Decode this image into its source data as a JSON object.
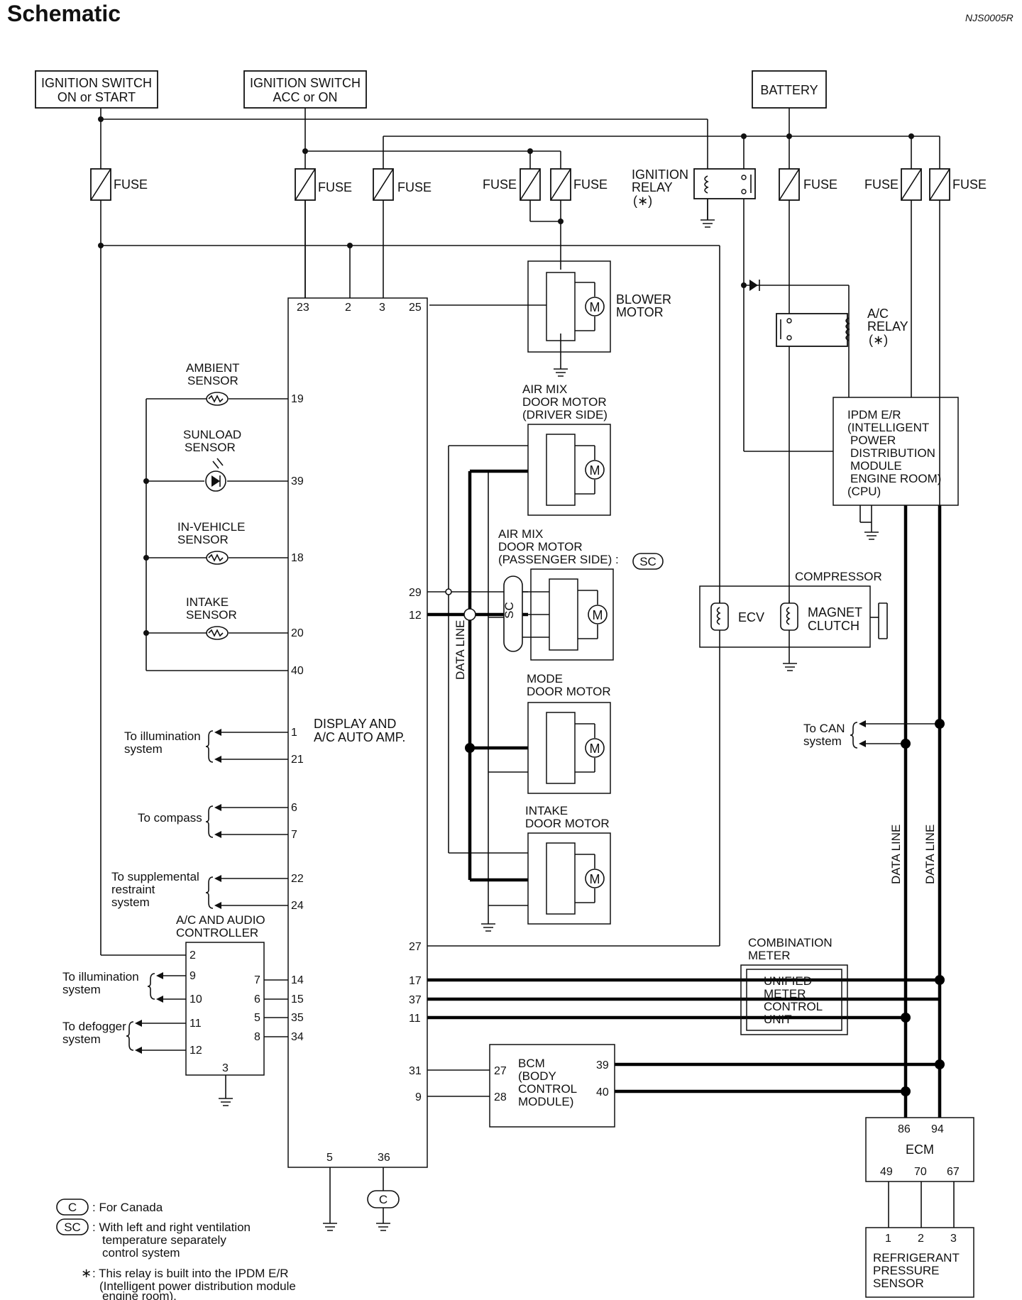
{
  "title": "Schematic",
  "ref_code": "NJS0005R",
  "power": {
    "ign_start": [
      "IGNITION SWITCH",
      "ON or START"
    ],
    "ign_acc": [
      "IGNITION SWITCH",
      "ACC or ON"
    ],
    "battery": "BATTERY",
    "fuse": "FUSE",
    "ign_relay": [
      "IGNITION",
      "RELAY",
      "(∗)"
    ]
  },
  "amp": {
    "label": [
      "DISPLAY AND",
      "A/C AUTO AMP."
    ],
    "pins_top": [
      "23",
      "2",
      "3",
      "25"
    ],
    "pins_bottom": [
      "5",
      "36"
    ],
    "pins_right": [
      "29",
      "12",
      "27",
      "17",
      "37",
      "11",
      "31",
      "9"
    ],
    "pins_left": [
      "19",
      "39",
      "18",
      "20",
      "40",
      "1",
      "21",
      "6",
      "7",
      "22",
      "24",
      "14",
      "15",
      "35",
      "34"
    ]
  },
  "sensors": {
    "ambient": [
      "AMBIENT",
      "SENSOR"
    ],
    "sunload": [
      "SUNLOAD",
      "SENSOR"
    ],
    "invehicle": [
      "IN-VEHICLE",
      "SENSOR"
    ],
    "intake": [
      "INTAKE",
      "SENSOR"
    ]
  },
  "ext": {
    "illum": [
      "To illumination",
      "system"
    ],
    "compass": "To compass",
    "srs": [
      "To supplemental",
      "restraint",
      "system"
    ],
    "defog": [
      "To defogger",
      "system"
    ],
    "can": [
      "To CAN",
      "system"
    ]
  },
  "controller": {
    "label": [
      "A/C AND AUDIO",
      "CONTROLLER"
    ],
    "pins": [
      "2",
      "9",
      "10",
      "11",
      "12",
      "3",
      "7",
      "6",
      "5",
      "8"
    ]
  },
  "motors": {
    "blower": [
      "BLOWER",
      "MOTOR"
    ],
    "airmix_driver": [
      "AIR MIX",
      "DOOR MOTOR",
      "(DRIVER SIDE)"
    ],
    "airmix_pass": [
      "AIR MIX",
      "DOOR MOTOR",
      "(PASSENGER SIDE) :"
    ],
    "mode": [
      "MODE",
      "DOOR MOTOR"
    ],
    "intake": [
      "INTAKE",
      "DOOR MOTOR"
    ],
    "m": "M",
    "sc": "SC",
    "data_line": "DATA LINE"
  },
  "relay": {
    "ac": [
      "A/C",
      "RELAY",
      "(∗)"
    ],
    "ipdm": [
      "IPDM E/R",
      "(INTELLIGENT",
      "POWER",
      "DISTRIBUTION",
      "MODULE",
      "ENGINE ROOM)",
      "(CPU)"
    ]
  },
  "compressor": {
    "title": "COMPRESSOR",
    "ecv": "ECV",
    "clutch": [
      "MAGNET",
      "CLUTCH"
    ]
  },
  "meter": {
    "title": [
      "COMBINATION",
      "METER"
    ],
    "unit": [
      "UNIFIED",
      "METER",
      "CONTROL",
      "UNIT"
    ]
  },
  "bcm": {
    "label": [
      "BCM",
      "(BODY",
      "CONTROL",
      "MODULE)"
    ],
    "pins": [
      "27",
      "28",
      "39",
      "40"
    ]
  },
  "ecm": {
    "label": "ECM",
    "pins": [
      "86",
      "94",
      "49",
      "70",
      "67"
    ]
  },
  "rps": {
    "label": [
      "REFRIGERANT",
      "PRESSURE",
      "SENSOR"
    ],
    "pins": [
      "1",
      "2",
      "3"
    ]
  },
  "legend": {
    "c_sym": "C",
    "c_text": ": For Canada",
    "sc_sym": "SC",
    "sc_text": [
      ": With left and right ventilation",
      "temperature separately",
      "control system"
    ],
    "star": "∗",
    "star_text": [
      ": This relay is built into the IPDM E/R",
      "(Intelligent power distribution module",
      "engine room)."
    ]
  }
}
